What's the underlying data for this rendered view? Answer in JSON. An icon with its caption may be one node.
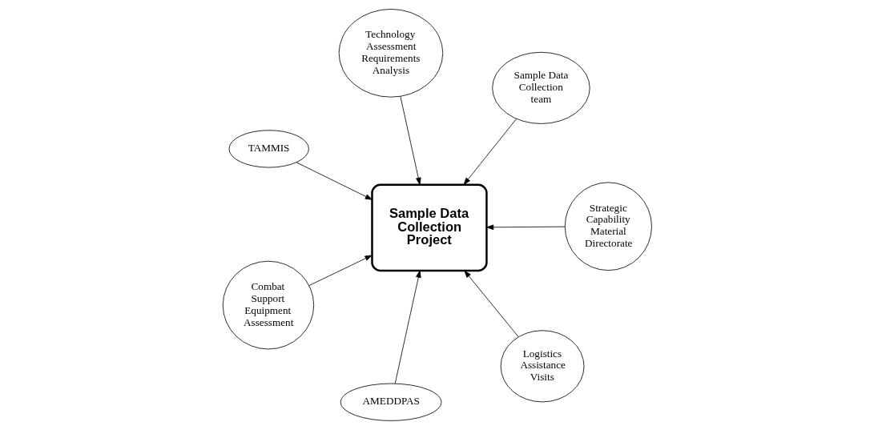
{
  "diagram": {
    "nodes": [
      {
        "text": [
          "Sample Data Collection Project"
        ]
      },
      {
        "text": [
          "Strategic Capability Material Directorate"
        ]
      },
      {
        "text": [
          "AMEDDPAS"
        ]
      },
      {
        "text": [
          "TAMMIS"
        ]
      },
      {
        "text": [
          "Sample Data Collection team"
        ]
      },
      {
        "text": [
          "Technology Assessment Requirements Analysis"
        ]
      },
      {
        "text": [
          "Combat Support Equipment Assessment"
        ]
      },
      {
        "text": [
          "Logistics Assistance Visits"
        ]
      }
    ],
    "edges": [
      {
        "from": 1,
        "to": 0,
        "arrow": "to"
      },
      {
        "from": 2,
        "to": 0,
        "arrow": "to"
      },
      {
        "from": 3,
        "to": 0,
        "arrow": "to"
      },
      {
        "from": 4,
        "to": 0,
        "arrow": "to"
      },
      {
        "from": 5,
        "to": 0,
        "arrow": "to"
      },
      {
        "from": 6,
        "to": 0,
        "arrow": "to"
      },
      {
        "from": 7,
        "to": 0,
        "arrow": "to"
      }
    ]
  }
}
